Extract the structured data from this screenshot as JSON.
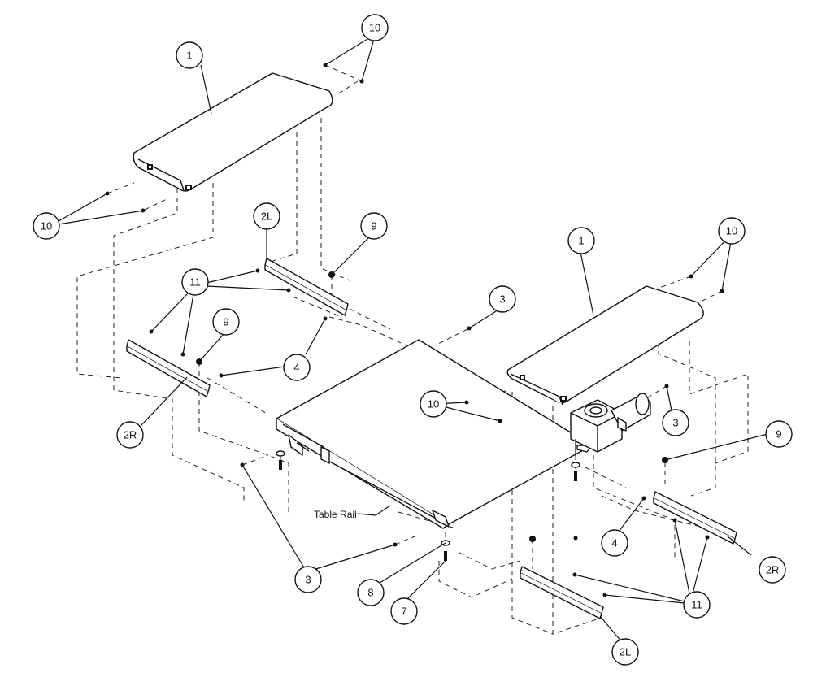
{
  "callouts": {
    "c1a": "1",
    "c1b": "1",
    "c10a": "10",
    "c10b": "10",
    "c10c": "10",
    "c10d": "10",
    "c2la": "2L",
    "c2lb": "2L",
    "c2ra": "2R",
    "c2rb": "2R",
    "c9a": "9",
    "c9b": "9",
    "c9c": "9",
    "c11a": "11",
    "c11b": "11",
    "c4a": "4",
    "c4b": "4",
    "c3a": "3",
    "c3b": "3",
    "c3c": "3",
    "c8": "8",
    "c7": "7"
  },
  "labels": {
    "table_rail": "Table Rail"
  }
}
